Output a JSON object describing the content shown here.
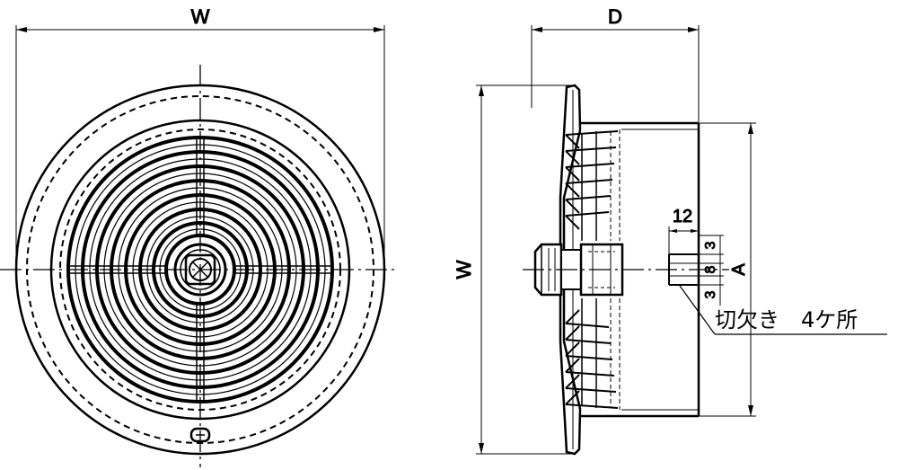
{
  "front_view": {
    "width_label": "W"
  },
  "side_view": {
    "depth_label": "D",
    "height_label": "W",
    "opening_label": "A",
    "slot_width_label": "12",
    "slot_upper_label": "3",
    "slot_middle_label": "8",
    "slot_lower_label": "3",
    "note": "切欠き　4ケ所"
  },
  "colors": {
    "line": "#000000",
    "background": "#ffffff"
  }
}
